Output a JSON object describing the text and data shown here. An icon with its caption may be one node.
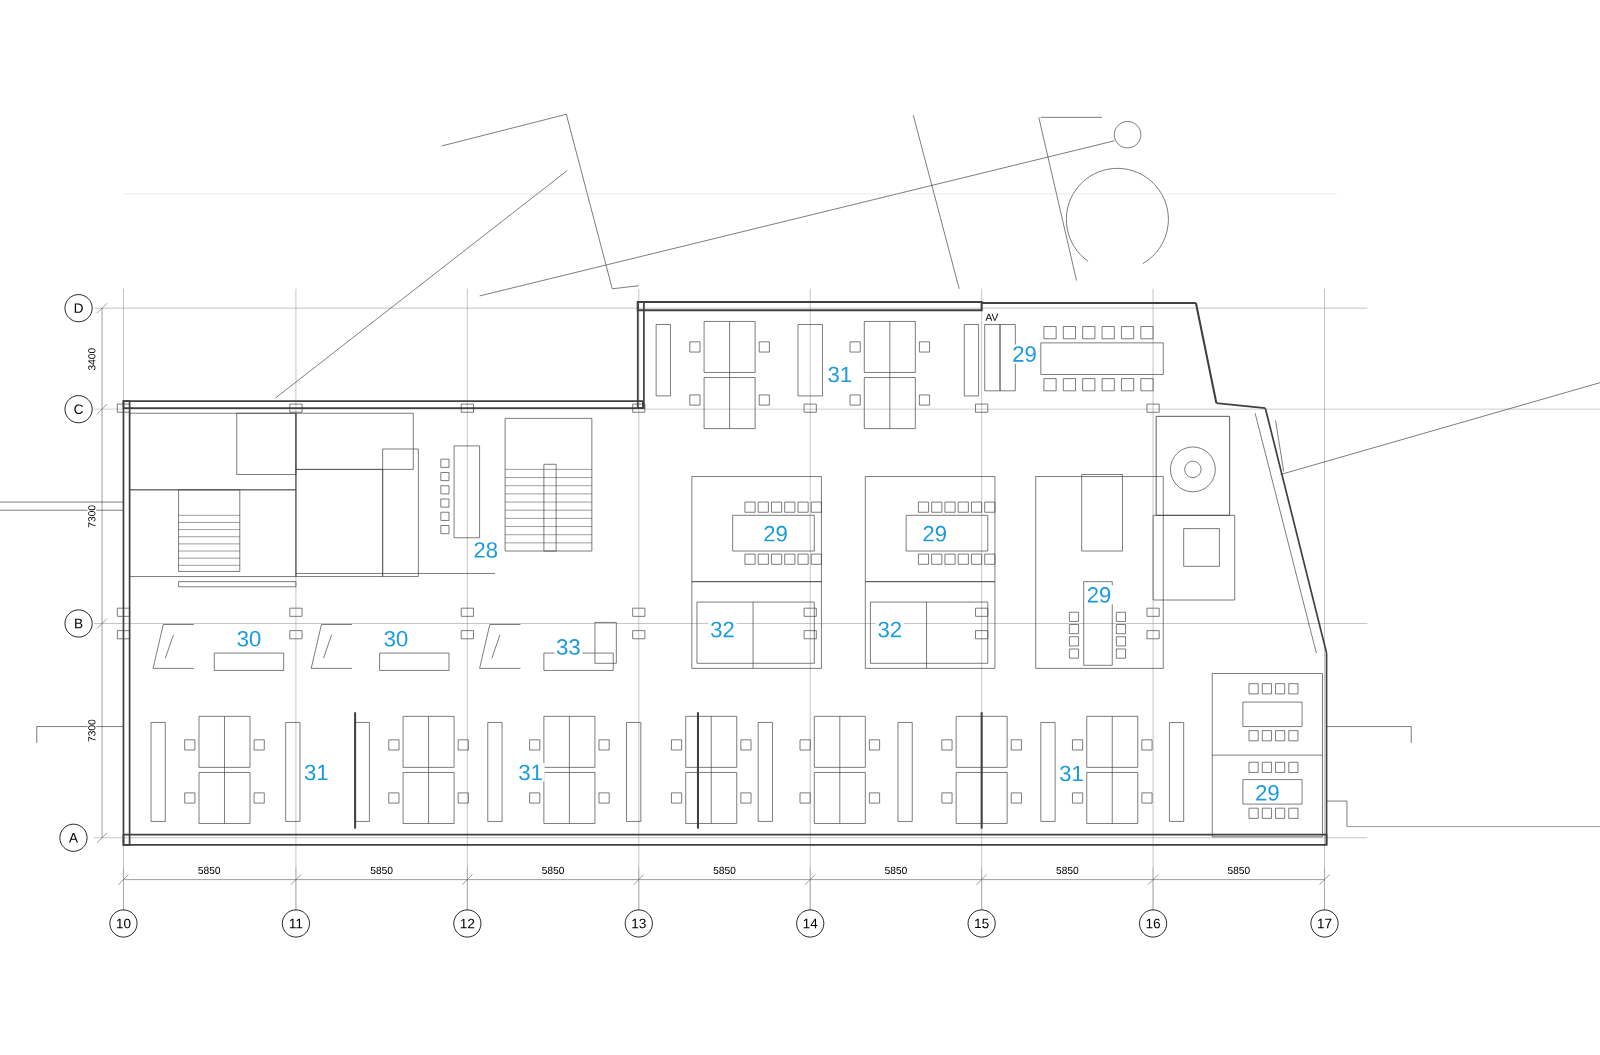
{
  "diagram": {
    "nodes": [
      {
        "text": [
          "D"
        ]
      },
      {
        "text": [
          "C"
        ]
      },
      {
        "text": [
          "B"
        ]
      },
      {
        "text": [
          "A"
        ]
      },
      {
        "text": [
          "10"
        ]
      },
      {
        "text": [
          "11"
        ]
      },
      {
        "text": [
          "12"
        ]
      },
      {
        "text": [
          "13"
        ]
      },
      {
        "text": [
          "14"
        ]
      },
      {
        "text": [
          "15"
        ]
      },
      {
        "text": [
          "16"
        ]
      },
      {
        "text": [
          "17"
        ]
      }
    ],
    "labels": [
      "31",
      "29",
      "29",
      "29",
      "28",
      "29",
      "30",
      "30",
      "33",
      "32",
      "32",
      "31",
      "31",
      "31",
      "29",
      "AV",
      "3400",
      "7300",
      "7300",
      "5850",
      "5850",
      "5850",
      "5850",
      "5850",
      "5850",
      "5850"
    ]
  }
}
